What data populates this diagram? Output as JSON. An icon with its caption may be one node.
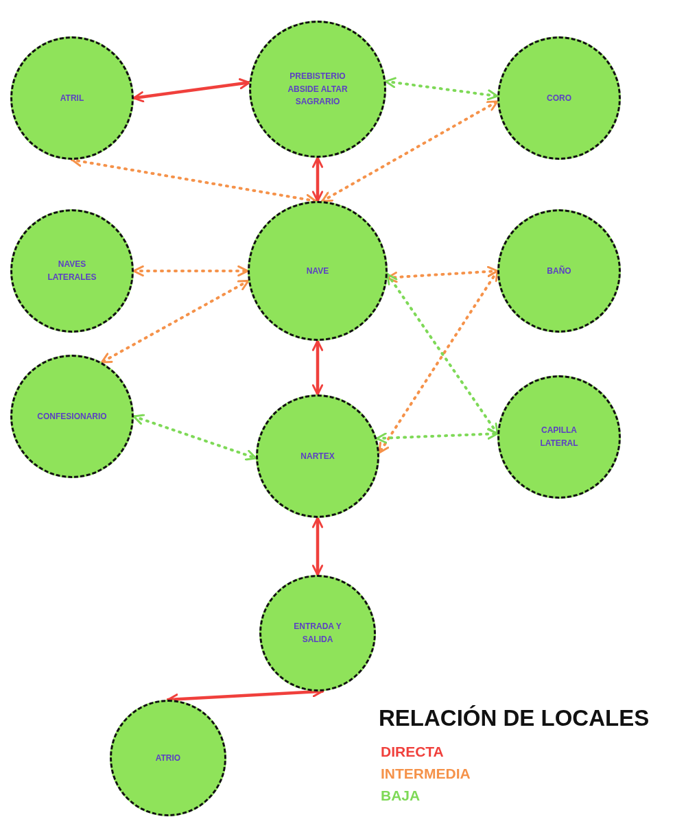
{
  "diagram": {
    "title": "RELACIÓN DE LOCALES",
    "nodes": [
      {
        "text": [
          "ATRIL"
        ]
      },
      {
        "text": [
          "PREBISTERIO ABSIDE ALTAR SAGRARIO"
        ]
      },
      {
        "text": [
          "CORO"
        ]
      },
      {
        "text": [
          "NAVES LATERALES"
        ]
      },
      {
        "text": [
          "NAVE"
        ]
      },
      {
        "text": [
          "BAÑO"
        ]
      },
      {
        "text": [
          "CONFESIONARIO"
        ]
      },
      {
        "text": [
          "NARTEX"
        ]
      },
      {
        "text": [
          "CAPILLA LATERAL"
        ]
      },
      {
        "text": [
          "ENTRADA Y SALIDA"
        ]
      },
      {
        "text": [
          "ATRIO"
        ]
      }
    ],
    "edges": [
      {
        "from": 0,
        "to": 1,
        "arrow": "both",
        "color": "#f0403c"
      },
      {
        "from": 1,
        "to": 2,
        "arrow": "both",
        "style": "dashed",
        "color": "#7ed957"
      },
      {
        "from": 4,
        "to": 0,
        "arrow": "both",
        "style": "dashed",
        "color": "#f5924a"
      },
      {
        "from": 4,
        "to": 2,
        "arrow": "both",
        "style": "dashed",
        "color": "#f5924a"
      },
      {
        "from": 1,
        "to": 4,
        "arrow": "both",
        "color": "#f0403c"
      },
      {
        "from": 3,
        "to": 4,
        "arrow": "both",
        "style": "dashed",
        "color": "#f5924a"
      },
      {
        "from": 4,
        "to": 6,
        "arrow": "both",
        "style": "dashed",
        "color": "#f5924a"
      },
      {
        "from": 4,
        "to": 5,
        "arrow": "both",
        "style": "dashed",
        "color": "#f5924a"
      },
      {
        "from": 5,
        "to": 7,
        "arrow": "both",
        "style": "dashed",
        "color": "#f5924a"
      },
      {
        "from": 4,
        "to": 8,
        "arrow": "both",
        "style": "dashed",
        "color": "#7ed957"
      },
      {
        "from": 4,
        "to": 7,
        "arrow": "both",
        "color": "#f0403c"
      },
      {
        "from": 6,
        "to": 7,
        "arrow": "both",
        "style": "dashed",
        "color": "#7ed957"
      },
      {
        "from": 7,
        "to": 8,
        "arrow": "both",
        "style": "dashed",
        "color": "#7ed957"
      },
      {
        "from": 7,
        "to": 9,
        "arrow": "both",
        "color": "#f0403c"
      },
      {
        "from": 9,
        "to": 10,
        "arrow": "both",
        "color": "#f0403c"
      }
    ],
    "legend": [
      {
        "text": "DIRECTA",
        "color": "#f0403c"
      },
      {
        "text": "INTERMEDIA",
        "color": "#f5924a"
      },
      {
        "text": "BAJA",
        "color": "#7ed957"
      }
    ]
  }
}
